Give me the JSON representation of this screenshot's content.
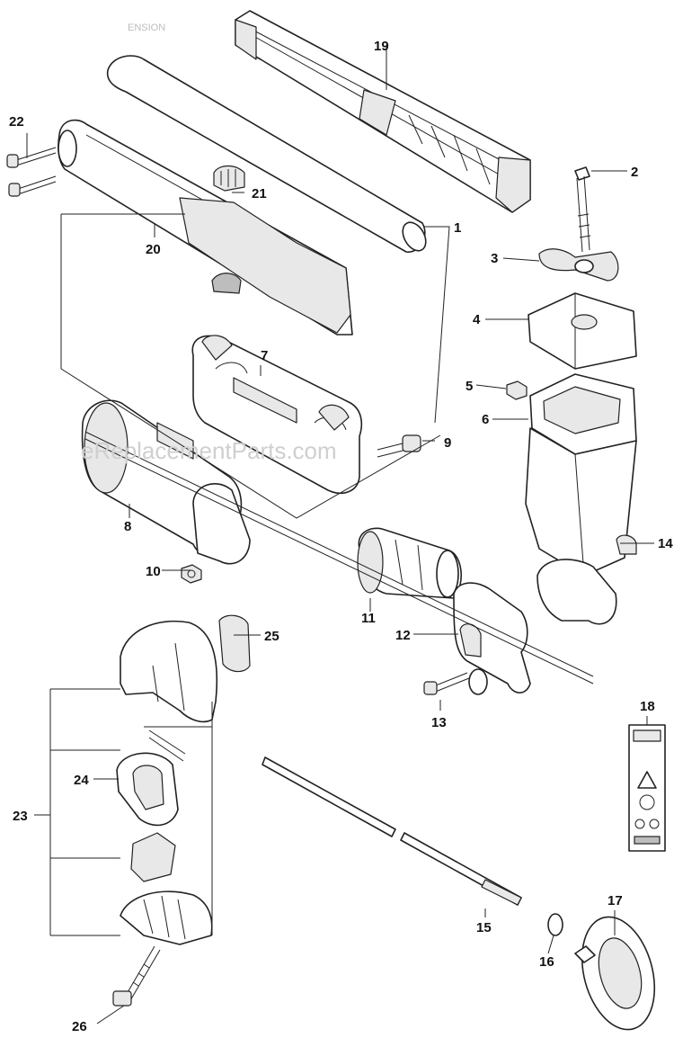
{
  "header_fragment": "ENSION",
  "watermark": "eReplacementParts.com",
  "callouts": {
    "c1": "1",
    "c2": "2",
    "c3": "3",
    "c4": "4",
    "c5": "5",
    "c6": "6",
    "c7": "7",
    "c8": "8",
    "c9": "9",
    "c10": "10",
    "c11": "11",
    "c12": "12",
    "c13": "13",
    "c14": "14",
    "c15": "15",
    "c16": "16",
    "c17": "17",
    "c18": "18",
    "c19": "19",
    "c20": "20",
    "c21": "21",
    "c22": "22",
    "c23": "23",
    "c24": "24",
    "c25": "25",
    "c26": "26"
  }
}
